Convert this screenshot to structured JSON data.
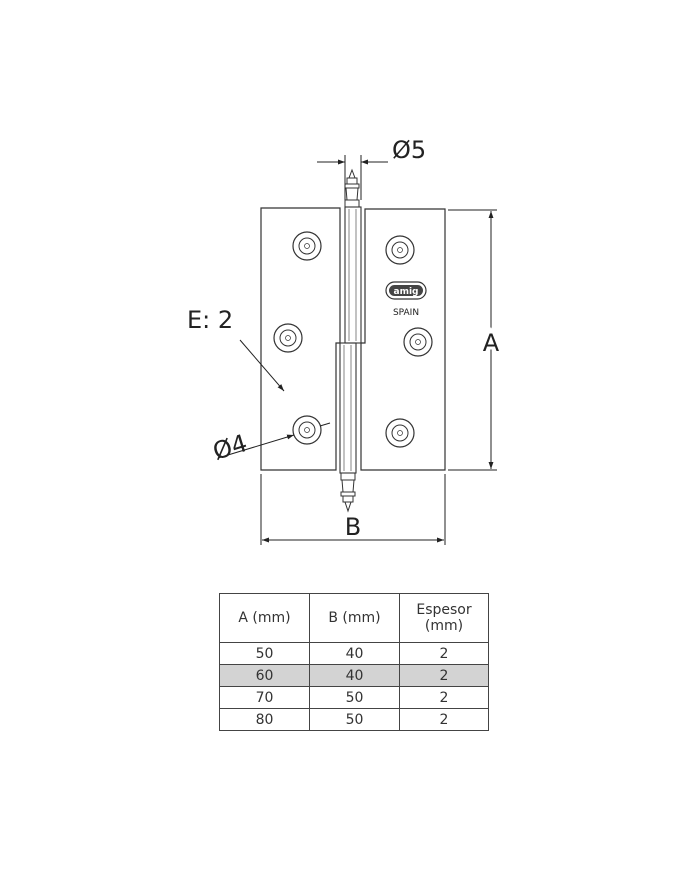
{
  "drawing": {
    "dim_pin": "Ø5",
    "dim_thickness": "E: 2",
    "dim_hole": "Ø4",
    "dim_height": "A",
    "dim_width": "B",
    "logo_text": "amig",
    "origin_text": "SPAIN"
  },
  "table": {
    "headers": [
      "A (mm)",
      "B (mm)",
      "Espesor (mm)"
    ],
    "rows": [
      {
        "a": "50",
        "b": "40",
        "e": "2",
        "highlighted": false
      },
      {
        "a": "60",
        "b": "40",
        "e": "2",
        "highlighted": true
      },
      {
        "a": "70",
        "b": "50",
        "e": "2",
        "highlighted": false
      },
      {
        "a": "80",
        "b": "50",
        "e": "2",
        "highlighted": false
      }
    ]
  }
}
